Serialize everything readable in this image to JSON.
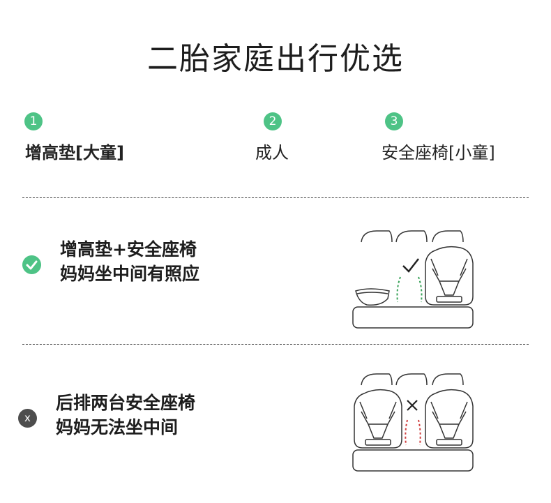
{
  "page": {
    "title": "二胎家庭出行优选"
  },
  "steps": [
    {
      "number": "1",
      "label": "增高垫[大童]"
    },
    {
      "number": "2",
      "label": "成人"
    },
    {
      "number": "3",
      "label": "安全座椅[小童]"
    }
  ],
  "recommended": {
    "line1": "增高垫+安全座椅",
    "line2": "妈妈坐中间有照应"
  },
  "not_recommended": {
    "icon_text": "x",
    "line1": "后排两台安全座椅",
    "line2": "妈妈无法坐中间"
  },
  "colors": {
    "accent": "#4ec386",
    "ok_gap": "#3aa35a",
    "bad_gap": "#d04040",
    "dark_badge": "#4d4d4d"
  },
  "icons": {
    "ok": "check-circle-icon",
    "no": "x-circle-icon"
  }
}
